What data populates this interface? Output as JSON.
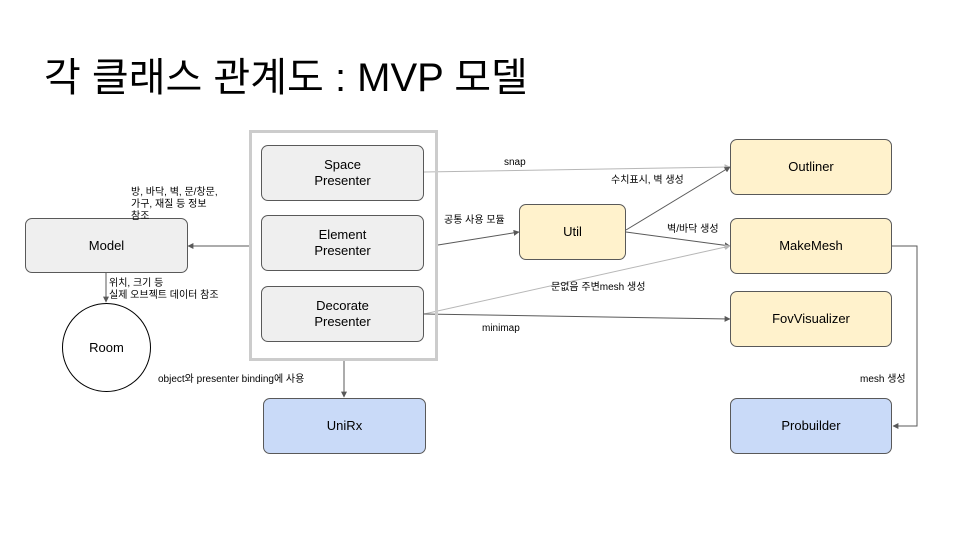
{
  "title": "각 클래스 관계도 : MVP 모델",
  "nodes": {
    "space_presenter": "Space\nPresenter",
    "element_presenter": "Element\nPresenter",
    "decorate_presenter": "Decorate\nPresenter",
    "model": "Model",
    "room": "Room",
    "util": "Util",
    "outliner": "Outliner",
    "makemesh": "MakeMesh",
    "fovvisualizer": "FovVisualizer",
    "unirx": "UniRx",
    "probuilder": "Probuilder"
  },
  "edge_labels": {
    "model_info": "방, 바닥, 벽, 문/창문,\n가구, 재질 등 정보\n참조",
    "room_info": "위치, 크기 등\n실제 오브젝트 데이터 참조",
    "snap": "snap",
    "common_module": "공통 사용 모듈",
    "number_wall": "수치표시, 벽 생성",
    "wall_floor": "벽/바닥 생성",
    "door_mesh": "문없음 주변mesh 생성",
    "minimap": "minimap",
    "binding": "object와 presenter binding에 사용",
    "mesh_create": "mesh 생성"
  },
  "colors": {
    "gray_fill": "#efefef",
    "yellow_fill": "#fff2cc",
    "blue_fill": "#c9daf8",
    "edge": "#595959",
    "faint_edge": "#b7b7b7",
    "group_border": "#cccccc"
  }
}
